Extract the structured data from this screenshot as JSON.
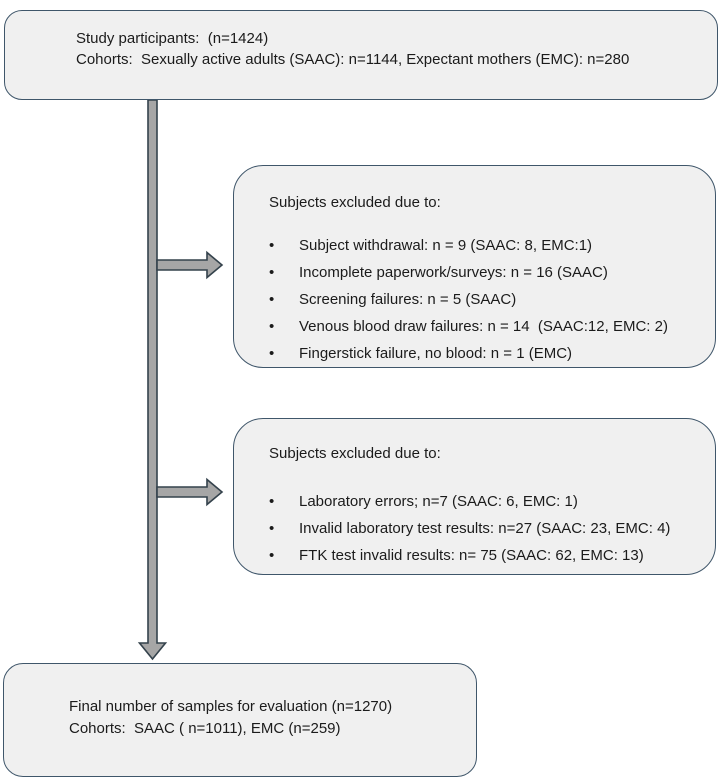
{
  "colors": {
    "box_fill": "#f0f0f0",
    "box_border": "#3f566a",
    "arrow_fill": "#a6a6a6",
    "arrow_border": "#34424c",
    "text_color": "#1b1b1b"
  },
  "top_box": {
    "line1": "Study participants:  (n=1424)",
    "line2": "Cohorts:  Sexually active adults (SAAC): n=1144, Expectant mothers (EMC): n=280"
  },
  "exclusion_box_1": {
    "heading": "Subjects excluded due to:",
    "items": [
      "Subject withdrawal: n = 9 (SAAC: 8, EMC:1)",
      "Incomplete paperwork/surveys: n = 16 (SAAC)",
      "Screening failures: n = 5 (SAAC)",
      "Venous blood draw failures: n = 14  (SAAC:12, EMC: 2)",
      "Fingerstick failure, no blood: n = 1 (EMC)"
    ]
  },
  "exclusion_box_2": {
    "heading": "Subjects excluded due to:",
    "items": [
      "Laboratory errors; n=7 (SAAC: 6, EMC: 1)",
      "Invalid laboratory test results: n=27 (SAAC: 23, EMC: 4)",
      "FTK test invalid results: n= 75 (SAAC: 62, EMC: 13)"
    ]
  },
  "final_box": {
    "line1": "Final number of samples for evaluation (n=1270)",
    "line2": "Cohorts:  SAAC ( n=1011), EMC (n=259)"
  }
}
